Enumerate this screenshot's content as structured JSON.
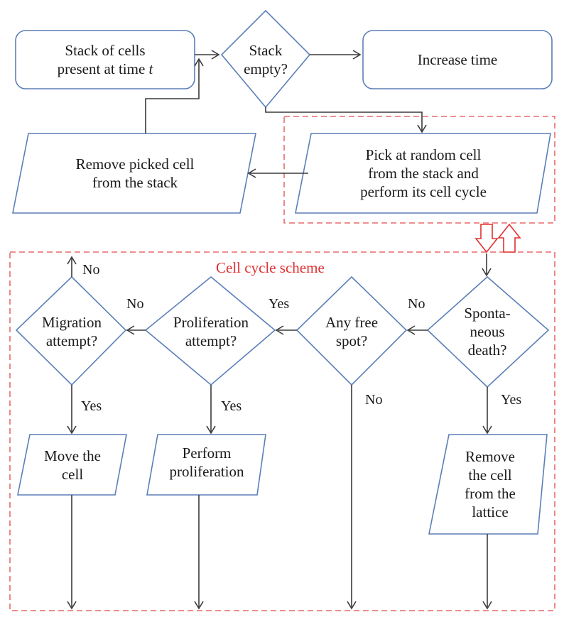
{
  "nodes": {
    "stack_of_cells": {
      "line1": "Stack of cells",
      "line2_prefix": "present at time ",
      "line2_var": "t"
    },
    "stack_empty": {
      "line1": "Stack",
      "line2": "empty?"
    },
    "increase_time": {
      "text": "Increase time"
    },
    "remove_picked": {
      "line1": "Remove picked cell",
      "line2": "from the stack"
    },
    "pick_random": {
      "line1": "Pick at random cell",
      "line2": "from the stack and",
      "line3": "perform its cell cycle"
    },
    "spontaneous_death": {
      "line1": "Sponta-",
      "line2": "neous",
      "line3": "death?"
    },
    "any_free_spot": {
      "line1": "Any free",
      "line2": "spot?"
    },
    "proliferation_attempt": {
      "line1": "Proliferation",
      "line2": "attempt?"
    },
    "migration_attempt": {
      "line1": "Migration",
      "line2": "attempt?"
    },
    "move_cell": {
      "line1": "Move the",
      "line2": "cell"
    },
    "perform_proliferation": {
      "line1": "Perform",
      "line2": "proliferation"
    },
    "remove_from_lattice": {
      "line1": "Remove",
      "line2": "the cell",
      "line3": "from the",
      "line4": "lattice"
    }
  },
  "regions": {
    "cell_cycle_scheme": {
      "title": "Cell cycle scheme"
    }
  },
  "edge_labels": {
    "death_no": "No",
    "death_yes": "Yes",
    "free_no": "No",
    "prolif_yes": "Yes",
    "prolif_no": "No",
    "mig_no": "No",
    "mig_yes": "Yes",
    "prolif_attempt_yes": "Yes"
  },
  "colors": {
    "shape_stroke": "#5b7fb8",
    "connector": "#3a3a3a",
    "region_dash": "#e86a6a",
    "region_title": "#e03030"
  }
}
